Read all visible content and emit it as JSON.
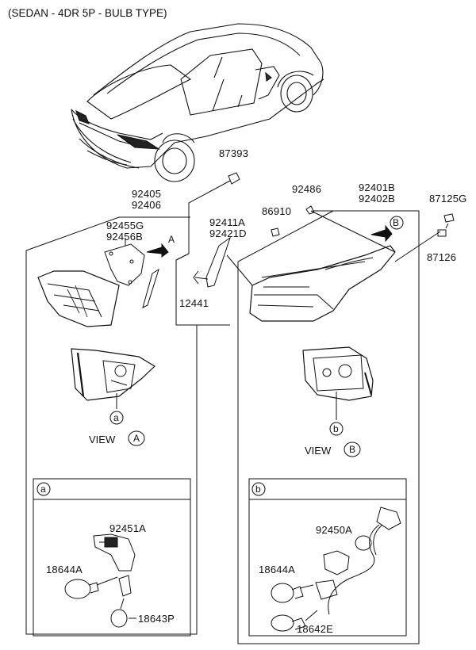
{
  "header": {
    "title": "(SEDAN - 4DR 5P - BULB TYPE)"
  },
  "parts": {
    "p87393": "87393",
    "p92405": "92405",
    "p92406": "92406",
    "p92455G": "92455G",
    "p92456B": "92456B",
    "p92411A": "92411A",
    "p92421D": "92421D",
    "p86910": "86910",
    "p92486": "92486",
    "p92401B": "92401B",
    "p92402B": "92402B",
    "p87125G": "87125G",
    "p87126": "87126",
    "p12441": "12441",
    "p92451A": "92451A",
    "p18644A_left": "18644A",
    "p18643P": "18643P",
    "p92450A": "92450A",
    "p18644A_right": "18644A",
    "p18642E": "18642E"
  },
  "markers": {
    "A": "A",
    "B": "B",
    "a": "a",
    "b": "b"
  },
  "views": {
    "view_a_text": "VIEW",
    "view_b_text": "VIEW"
  },
  "icons": {
    "callout_marker": "circle-letter-icon",
    "direction_arrow": "arrow-left-icon"
  }
}
